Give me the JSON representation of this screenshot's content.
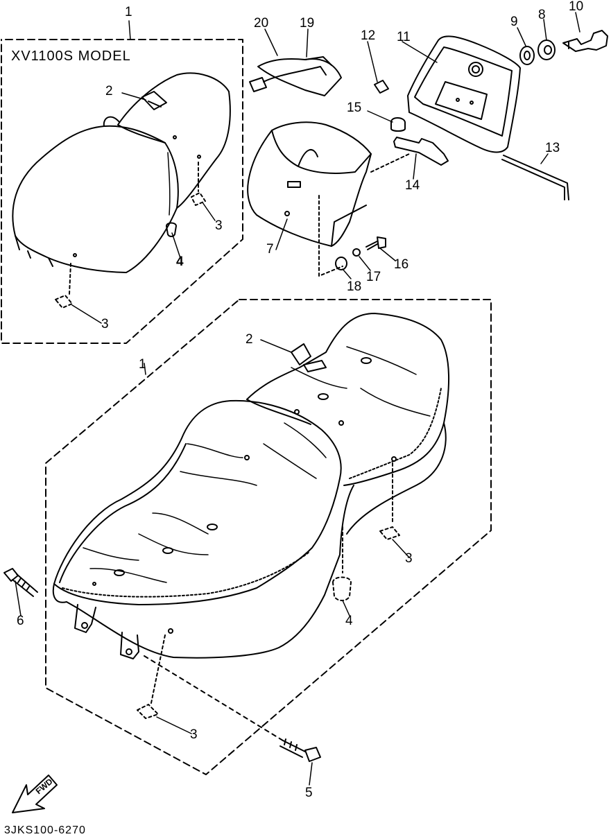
{
  "model_label": "XV1100S MODEL",
  "drawing_code": "3JKS100-6270",
  "direction_arrow": "FWD",
  "callouts": {
    "top_assembly": "1",
    "top_strap": "2",
    "top_damper_right": "3",
    "top_damper_bottom": "3",
    "top_cushion": "4",
    "main_assembly": "1",
    "main_strap": "2",
    "main_damper_right": "3",
    "main_damper_bottom": "3",
    "main_cushion": "4",
    "bolt_front": "5",
    "bolt_left": "6",
    "backrest_bracket": "7",
    "grommet": "8",
    "washer": "9",
    "lock": "10",
    "backrest_plate": "11",
    "clip": "12",
    "rod": "13",
    "stay": "14",
    "cap": "15",
    "bolt_small": "16",
    "spring_washer": "17",
    "plain_washer": "18",
    "grab_strap": "19",
    "grab_cover": "20"
  },
  "colors": {
    "ink": "#000000",
    "paper": "#ffffff"
  }
}
